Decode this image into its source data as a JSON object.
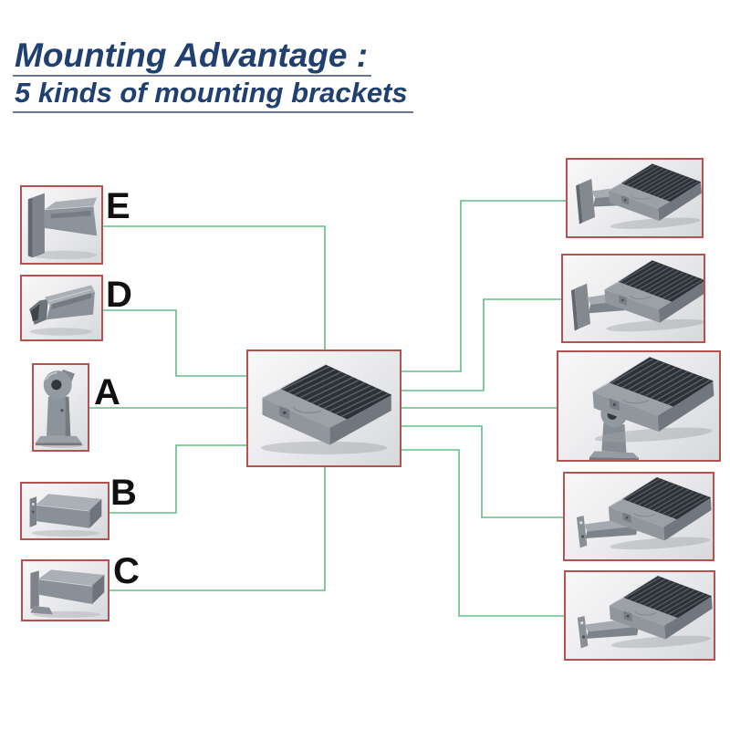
{
  "title": {
    "line1": "Mounting Advantage :",
    "line2": "5 kinds of mounting brackets"
  },
  "brackets": [
    {
      "label": "E"
    },
    {
      "label": "D"
    },
    {
      "label": "A"
    },
    {
      "label": "B"
    },
    {
      "label": "C"
    }
  ],
  "colors": {
    "title_text": "#20406f",
    "title_underline": "#6b7795",
    "photo_border": "#b3524e",
    "connector_line": "#62bd85",
    "label_text": "#111111"
  }
}
